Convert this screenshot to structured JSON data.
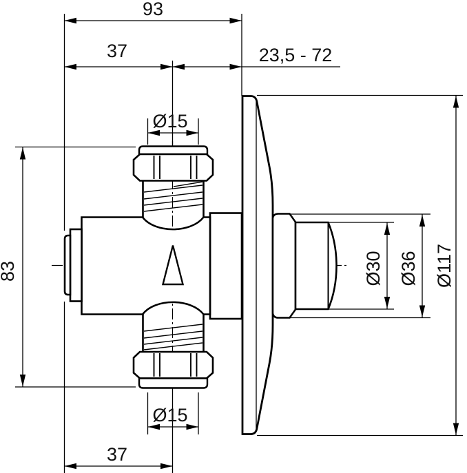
{
  "drawing": {
    "background": "#ffffff",
    "line_color": "#000000",
    "type": "valve installation dimension drawing",
    "labels": {
      "top_width": "93",
      "upper_left_width": "37",
      "wall_depth_range": "23,5 - 72",
      "top_connection_diameter": "Ø15",
      "overall_height": "83",
      "outlet_diameter": "Ø30",
      "collar_diameter": "Ø36",
      "flange_diameter": "Ø117",
      "bottom_connection_diameter": "Ø15",
      "bottom_left_width": "37"
    }
  }
}
